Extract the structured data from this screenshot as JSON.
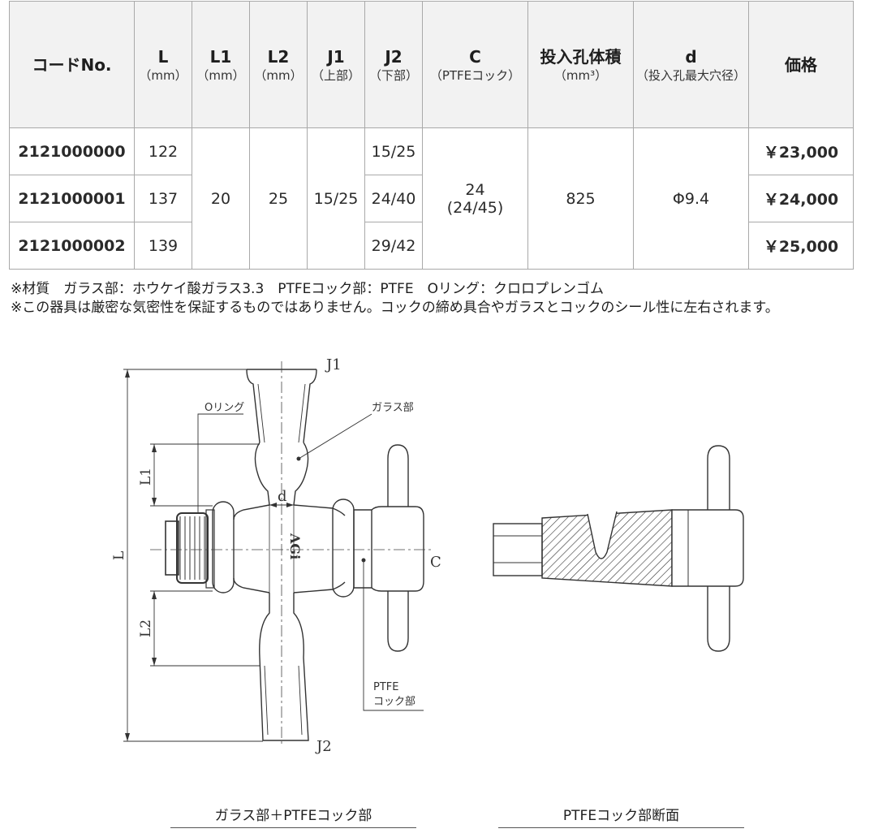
{
  "table": {
    "headers": [
      {
        "main": "コードNo.",
        "sub": ""
      },
      {
        "main": "L",
        "sub": "（mm）"
      },
      {
        "main": "L1",
        "sub": "（mm）"
      },
      {
        "main": "L2",
        "sub": "（mm）"
      },
      {
        "main": "J1",
        "sub": "（上部）"
      },
      {
        "main": "J2",
        "sub": "（下部）"
      },
      {
        "main": "C",
        "sub": "（PTFEコック）"
      },
      {
        "main": "投入孔体積",
        "sub": "（mm³）"
      },
      {
        "main": "d",
        "sub": "（投入孔最大穴径）"
      },
      {
        "main": "価格",
        "sub": ""
      }
    ],
    "rows": [
      {
        "code": "2121000000",
        "L": "122",
        "J2": "15/25",
        "price": "￥23,000"
      },
      {
        "code": "2121000001",
        "L": "137",
        "J2": "24/40",
        "price": "￥24,000"
      },
      {
        "code": "2121000002",
        "L": "139",
        "J2": "29/42",
        "price": "￥25,000"
      }
    ],
    "shared": {
      "L1": "20",
      "L2": "25",
      "J1": "15/25",
      "C_line1": "24",
      "C_line2": "(24/45)",
      "volume": "825",
      "d": "Φ9.4"
    }
  },
  "notes": [
    "※材質　ガラス部：ホウケイ酸ガラス3.3　PTFEコック部：PTFE　Oリング：クロロプレンゴム",
    "※この器具は厳密な気密性を保証するものではありません。コックの締め具合やガラスとコックのシール性に左右されます。"
  ],
  "drawing": {
    "labels": {
      "j1": "J1",
      "j2": "J2",
      "oring": "Oリング",
      "glass": "ガラス部",
      "l_dim": "L",
      "l1_dim": "L1",
      "l2_dim": "L2",
      "d_dim": "d",
      "c_dim": "C",
      "ptfe_line1": "PTFE",
      "ptfe_line2": "コック部",
      "mark": "AGi"
    },
    "captions": {
      "left": "ガラス部＋PTFEコック部",
      "right": "PTFEコック部断面"
    }
  }
}
